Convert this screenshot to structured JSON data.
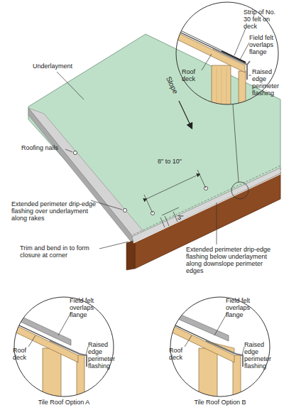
{
  "diagram": {
    "labels": [
      "Strip of No. 30 felt on deck",
      "Field felt overlaps flange",
      "Roof deck",
      "Raised edge perimeter flashing",
      "Underlayment",
      "Slope",
      "Roofing nails",
      "8\" to 10\"",
      "3\"",
      "Extended perimeter drip-edge flashing over underlayment along rakes",
      "Trim and bend in to form closure at corner",
      "Extended perimeter drip-edge flashing below underlayment along downslope perimeter edges",
      "Field felt overlaps flange",
      "Roof deck",
      "Raised edge perimeter flashing",
      "Tile Roof Option A",
      "Field felt overlaps flange",
      "Roof deck",
      "Raised edge perimeter flashing",
      "Tile Roof Option B"
    ]
  }
}
